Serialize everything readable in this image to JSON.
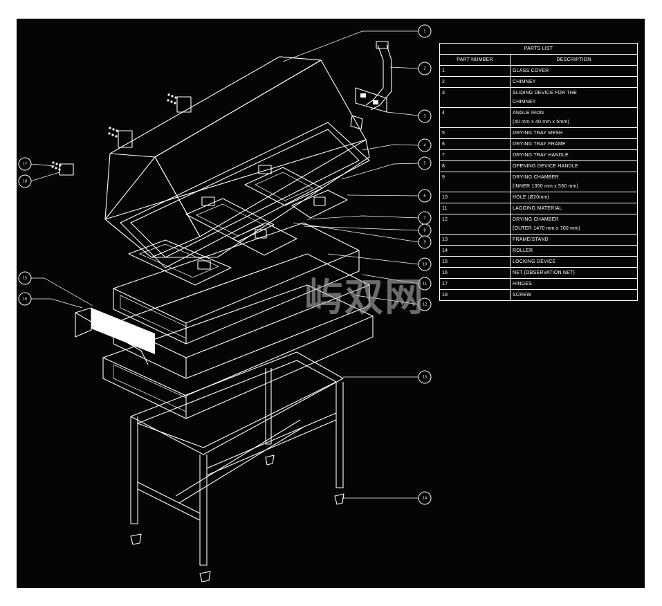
{
  "parts_list": {
    "title": "PARTS LIST",
    "headers": [
      "PART NUMBER",
      "DESCRIPTION"
    ],
    "rows": [
      {
        "num": "1",
        "desc": [
          "GLASS COVER"
        ]
      },
      {
        "num": "2",
        "desc": [
          "CHIMNEY"
        ]
      },
      {
        "num": "3",
        "desc": [
          "SLIDING DEVICE FOR THE",
          "CHIMNEY"
        ]
      },
      {
        "num": "4",
        "desc": [
          "ANGLE IRON",
          "(40 mm x 40 mm x 5mm)"
        ]
      },
      {
        "num": "5",
        "desc": [
          "DRYING TRAY MESH"
        ]
      },
      {
        "num": "6",
        "desc": [
          "DRYING TRAY FRAME"
        ]
      },
      {
        "num": "7",
        "desc": [
          "DRYING TRAY HANDLE"
        ]
      },
      {
        "num": "8",
        "desc": [
          "OPENING DEVICE HANDLE"
        ]
      },
      {
        "num": "9",
        "desc": [
          "DRYING CHAMBER",
          "(INNER 1350 mm x 530 mm)"
        ]
      },
      {
        "num": "10",
        "desc": [
          "HOLE (Ø20mm)"
        ]
      },
      {
        "num": "11",
        "desc": [
          "LAGGING MATERIAL"
        ]
      },
      {
        "num": "12",
        "desc": [
          "DRYING CHAMBER",
          "(OUTER 1470 mm x 700 mm)"
        ]
      },
      {
        "num": "13",
        "desc": [
          "FRAME/STAND"
        ]
      },
      {
        "num": "14",
        "desc": [
          "ROLLER"
        ]
      },
      {
        "num": "15",
        "desc": [
          "LOCKING DEVICE"
        ]
      },
      {
        "num": "16",
        "desc": [
          "NET (OBSERVATION NET)"
        ]
      },
      {
        "num": "17",
        "desc": [
          "HINGES"
        ]
      },
      {
        "num": "18",
        "desc": [
          "SCREW"
        ]
      }
    ]
  },
  "callouts": [
    "1",
    "2",
    "3",
    "4",
    "5",
    "6",
    "7",
    "8",
    "9",
    "10",
    "11",
    "12",
    "13",
    "14",
    "15",
    "16",
    "17",
    "18"
  ],
  "watermark": "屿双网",
  "colors": {
    "background": "#050505",
    "lines": "#ffffff",
    "watermark": "#afafaf"
  }
}
